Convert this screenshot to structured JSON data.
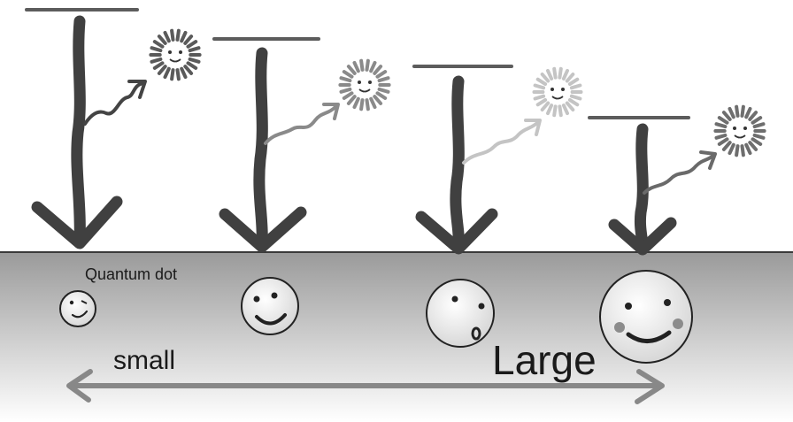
{
  "labels": {
    "quantum_dot": "Quantum dot",
    "small": "small",
    "large": "Large"
  },
  "dots": [
    {
      "size": "smallest",
      "expression": "wink-smile"
    },
    {
      "size": "small",
      "expression": "smile"
    },
    {
      "size": "medium",
      "expression": "surprised"
    },
    {
      "size": "large",
      "expression": "big-smile-blush"
    }
  ],
  "emissions": [
    {
      "tone": "darkest"
    },
    {
      "tone": "mid-gray"
    },
    {
      "tone": "lightest"
    },
    {
      "tone": "gray"
    }
  ],
  "colors": {
    "arrow": "#404040",
    "energy_level": "#5c5c5c",
    "scale_arrow": "#888888",
    "substrate_top": "#9a9a9a",
    "substrate_bottom": "#ffffff",
    "dot_fill": "#f2f2f2",
    "blush": "#8c8c8c"
  }
}
